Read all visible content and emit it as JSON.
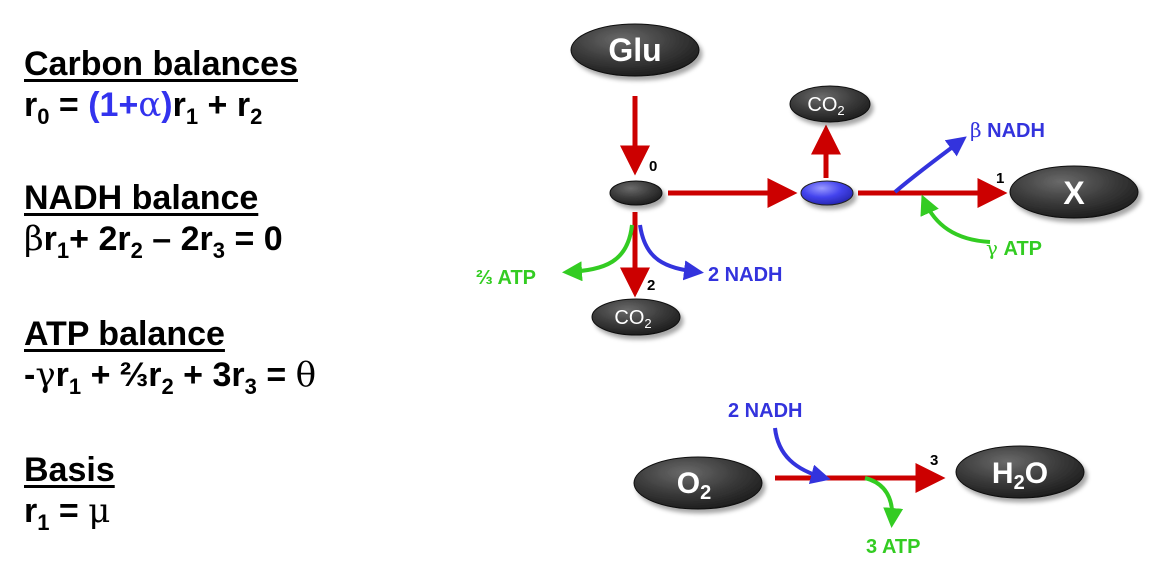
{
  "equations": {
    "carbon": {
      "title": "Carbon balances",
      "lhs": "r",
      "lhs_sub": "0",
      "eq": " = ",
      "paren": "(1+",
      "alpha": "α",
      "paren_close": ")",
      "r1": "r",
      "r1_sub": "1",
      "plus": " + ",
      "r2": "r",
      "r2_sub": "2"
    },
    "nadh": {
      "title": "NADH balance",
      "beta": "β",
      "t1": "r",
      "t1_sub": "1",
      "t2": "+ 2r",
      "t2_sub": "2",
      "t3": " – 2r",
      "t3_sub": "3",
      "t4": " = 0"
    },
    "atp": {
      "title": "ATP balance",
      "minus": "-",
      "gamma": "γ",
      "t1": "r",
      "t1_sub": "1",
      "t2": " + ⅔r",
      "t2_sub": "2",
      "t3": " + 3r",
      "t3_sub": "3",
      "t4": " = ",
      "theta": "θ"
    },
    "basis": {
      "title": "Basis",
      "t1": "r",
      "t1_sub": "1",
      "t2": " = ",
      "mu": "μ"
    }
  },
  "diagram": {
    "nodes": {
      "glu": "Glu",
      "co2_top_main": "CO",
      "co2_top_sub": "2",
      "x": "X",
      "co2_bottom_main": "CO",
      "co2_bottom_sub": "2",
      "o2_main": "O",
      "o2_sub": "2",
      "h2o_h": "H",
      "h2o_sub": "2",
      "h2o_o": "O"
    },
    "labels": {
      "beta_nadh_greek": "β",
      "beta_nadh": " NADH",
      "gamma_atp_greek": "γ",
      "gamma_atp": " ATP",
      "two_thirds_atp": "⅔ ATP",
      "two_nadh_top": "2 NADH",
      "two_nadh_bottom": "2 NADH",
      "three_atp": "3 ATP"
    },
    "reaction_numbers": {
      "r0": "0",
      "r1": "1",
      "r2": "2",
      "r3": "3"
    },
    "colors": {
      "carbon_arrow": "#cc0000",
      "nadh": "#3333dd",
      "atp": "#33cc22",
      "node": "#3a3a3a",
      "intermediate": "#4444ee"
    }
  }
}
